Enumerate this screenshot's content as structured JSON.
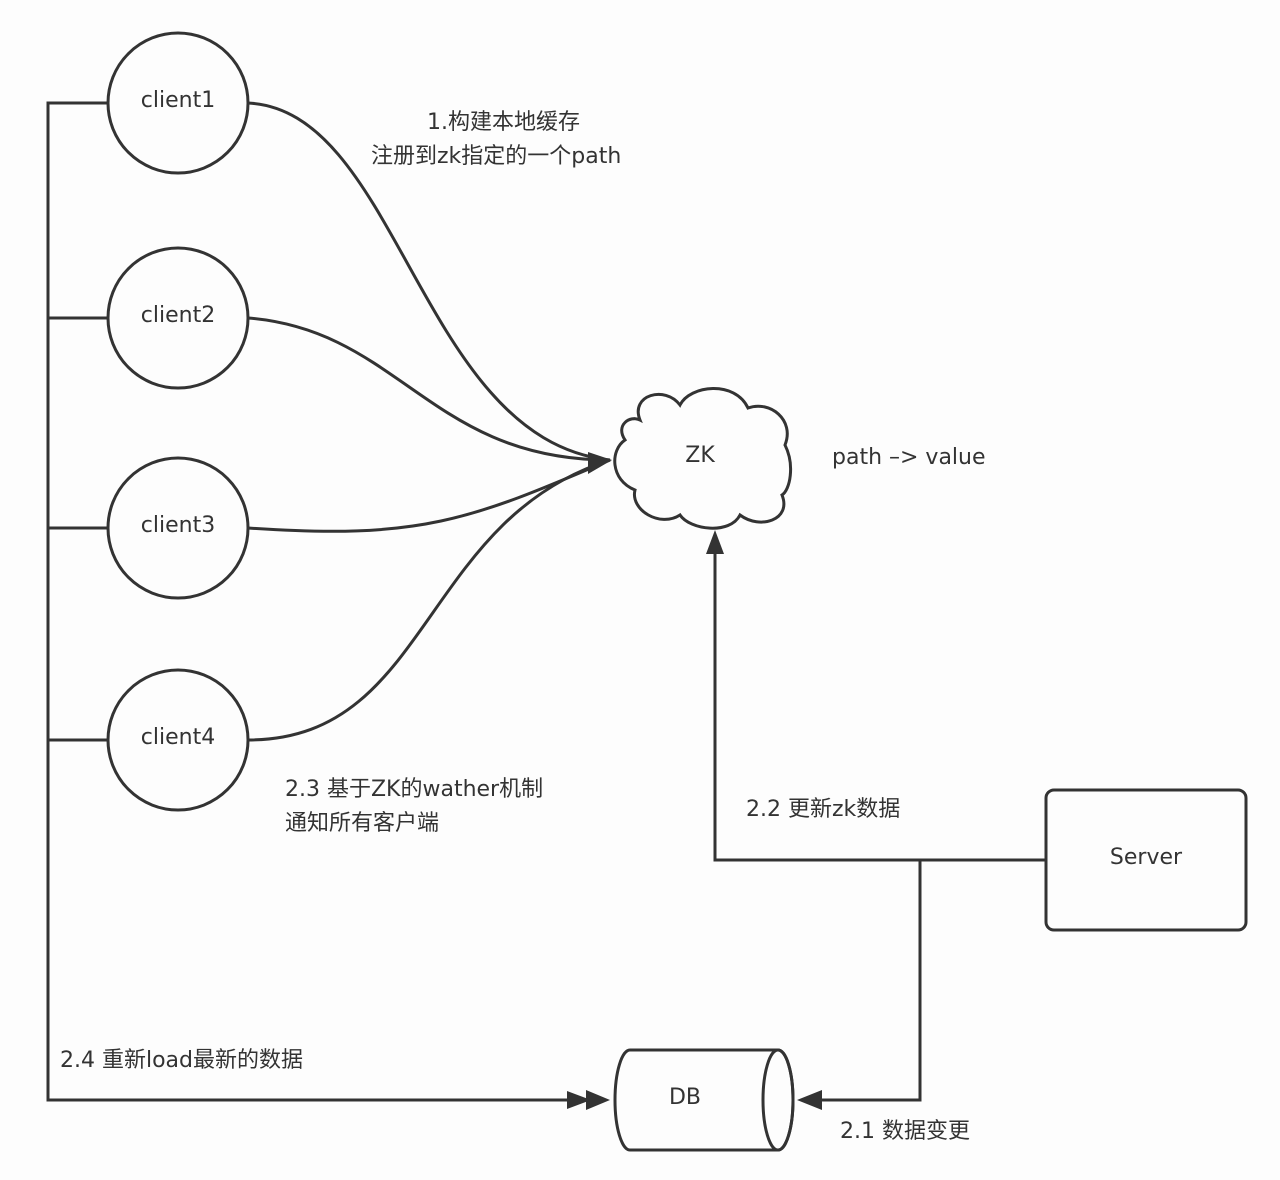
{
  "nodes": {
    "clients": [
      {
        "label": "client1"
      },
      {
        "label": "client2"
      },
      {
        "label": "client3"
      },
      {
        "label": "client4"
      }
    ],
    "zk": {
      "label": "ZK"
    },
    "server": {
      "label": "Server"
    },
    "db": {
      "label": "DB"
    }
  },
  "annotations": {
    "step1_line1": "1.构建本地缓存",
    "step1_line2": "注册到zk指定的一个path",
    "zk_note": "path –> value",
    "step23_line1": "2.3 基于ZK的wather机制",
    "step23_line2": "通知所有客户端",
    "step22": "2.2 更新zk数据",
    "step24": "2.4 重新load最新的数据",
    "step21": "2.1 数据变更"
  },
  "colors": {
    "stroke": "#333333",
    "background": "#fdfdfd"
  }
}
